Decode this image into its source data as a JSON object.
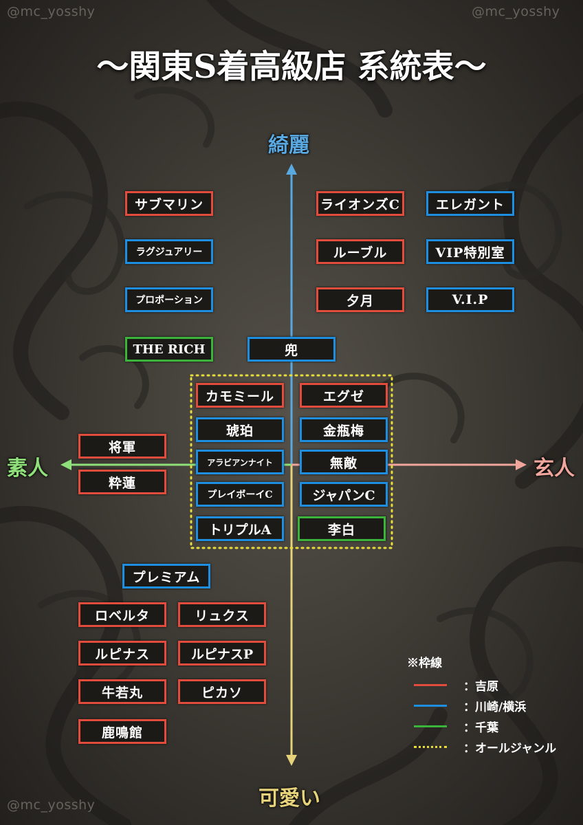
{
  "watermarks": [
    "@mc_yosshy",
    "@mc_yosshy",
    "@mc_yosshy"
  ],
  "title": "～関東S着高級店 系統表～",
  "axes": {
    "top": "綺麗",
    "bottom": "可愛い",
    "left": "素人",
    "right": "玄人"
  },
  "stores": [
    {
      "name": "サブマリン",
      "region": "red"
    },
    {
      "name": "ライオンズC",
      "region": "red"
    },
    {
      "name": "エレガント",
      "region": "blue"
    },
    {
      "name": "ラグジュアリー",
      "region": "blue"
    },
    {
      "name": "ルーブル",
      "region": "red"
    },
    {
      "name": "VIP特別室",
      "region": "blue"
    },
    {
      "name": "プロポーション",
      "region": "blue"
    },
    {
      "name": "夕月",
      "region": "red"
    },
    {
      "name": "V.I.P",
      "region": "blue"
    },
    {
      "name": "THE RICH",
      "region": "green"
    },
    {
      "name": "兜",
      "region": "blue"
    },
    {
      "name": "カモミール",
      "region": "red"
    },
    {
      "name": "エグゼ",
      "region": "red"
    },
    {
      "name": "琥珀",
      "region": "blue"
    },
    {
      "name": "金瓶梅",
      "region": "blue"
    },
    {
      "name": "将軍",
      "region": "red"
    },
    {
      "name": "アラビアンナイト",
      "region": "blue"
    },
    {
      "name": "無敵",
      "region": "blue"
    },
    {
      "name": "粋蓮",
      "region": "red"
    },
    {
      "name": "プレイボーイC",
      "region": "blue"
    },
    {
      "name": "ジャパンC",
      "region": "blue"
    },
    {
      "name": "トリプルA",
      "region": "blue"
    },
    {
      "name": "李白",
      "region": "green"
    },
    {
      "name": "プレミアム",
      "region": "blue"
    },
    {
      "name": "ロベルタ",
      "region": "red"
    },
    {
      "name": "リュクス",
      "region": "red"
    },
    {
      "name": "ルピナス",
      "region": "red"
    },
    {
      "name": "ルピナスP",
      "region": "red"
    },
    {
      "name": "牛若丸",
      "region": "red"
    },
    {
      "name": "ピカソ",
      "region": "red"
    },
    {
      "name": "鹿鳴館",
      "region": "red"
    }
  ],
  "legend": {
    "heading": "※枠線",
    "items": [
      {
        "label": "：吉原",
        "style": "red"
      },
      {
        "label": "：川崎/横浜",
        "style": "blue"
      },
      {
        "label": "：千葉",
        "style": "green"
      },
      {
        "label": "：オールジャンル",
        "style": "dotted-yellow"
      }
    ]
  },
  "colors": {
    "red": "#e14c3c",
    "blue": "#1e8fe0",
    "green": "#3bb43b",
    "yellow": "#e8dc3c",
    "axis_top": "#5aa8e0",
    "axis_bottom": "#e6d27a",
    "axis_left": "#8fe07a",
    "axis_right": "#f0a69c"
  }
}
